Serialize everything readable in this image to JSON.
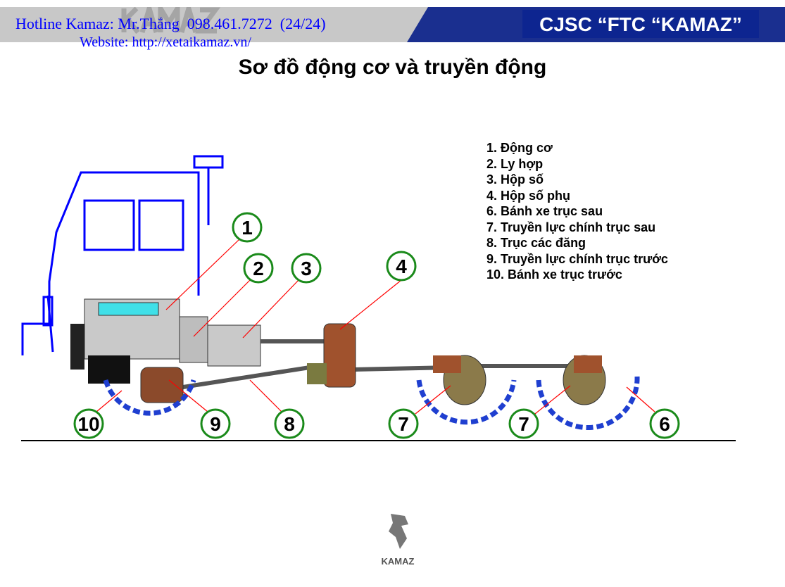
{
  "header": {
    "watermark": "KAMAZ",
    "hotline": "Hotline Kamaz: Mr.Thắng  098.461.7272  (24/24)",
    "website": "Website: http://xetaikamaz.vn/",
    "company": "CJSC “FTC “KAMAZ”",
    "colors": {
      "banner_gray": "#c8c8c8",
      "banner_blue": "#1a2f8f",
      "company_box": "#0d2590",
      "link": "#0000ff"
    }
  },
  "title": "Sơ đồ động cơ và truyền động",
  "legend": [
    "1. Động cơ",
    "2. Ly hợp",
    "3. Hộp số",
    "4. Hộp số phụ",
    "6. Bánh xe trục sau",
    "7.  Truyền lực chính trục sau",
    "8. Trục các đăng",
    "9.  Truyền lực chính trục trước",
    "10. Bánh xe trục trước"
  ],
  "callouts": [
    "1",
    "2",
    "3",
    "4",
    "10",
    "9",
    "8",
    "7",
    "7",
    "6"
  ],
  "colors": {
    "callout": "#1a8a1a",
    "leader": "#ff0000",
    "cab": "#0000ff",
    "wheel": "#1f3fd0",
    "component": "#a0522d"
  },
  "logo": {
    "text": "KAMAZ"
  }
}
